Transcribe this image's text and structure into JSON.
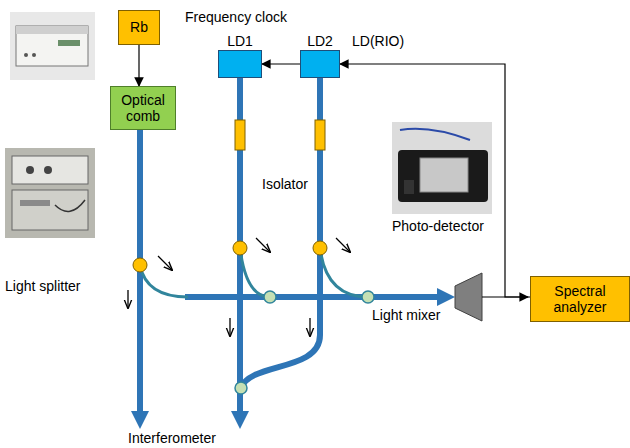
{
  "diagram": {
    "nodes": [
      {
        "text": [
          "Rb"
        ]
      },
      {
        "text": [
          "Optical comb"
        ]
      },
      {
        "text": [
          "LD1"
        ]
      },
      {
        "text": [
          "LD2"
        ]
      },
      {
        "text": [
          "Spectral analyzer"
        ]
      }
    ],
    "edges": [
      {
        "from": 0,
        "to": 1,
        "arrow": "to"
      },
      {
        "from": 3,
        "to": 2,
        "arrow": "to"
      },
      {
        "from": 4,
        "to": 3,
        "arrow": "to"
      }
    ],
    "labels": [
      "Frequency clock",
      "LD(RIO)",
      "Isolator",
      "Photo-detector",
      "Light splitter",
      "Light mixer",
      "Interferometer"
    ]
  }
}
